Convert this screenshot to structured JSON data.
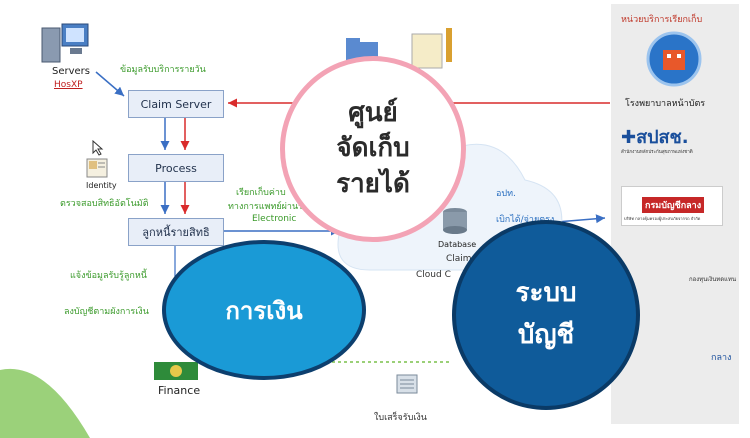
{
  "left": {
    "servers_label": "Servers",
    "hosxp_label": "HosXP",
    "daily_service_label": "ข้อมูลรับบริการรายวัน",
    "identity_label": "Identity",
    "check_rights_label": "ตรวจสอบสิทธิอัตโนมัติ",
    "notify_debt_label": "แจ้งข้อมูลรับรู้ลูกหนี้",
    "post_account_label": "ลงบัญชีตามผังการเงิน",
    "finance_label": "Finance"
  },
  "flow": {
    "claim_server": "Claim Server",
    "process": "Process",
    "debtor": "ลูกหนี้รายสิทธิ",
    "claim_label": "เรียกเก็บค่าบ",
    "medical_label": "ทางการแพทย์ผ่านระ",
    "electronic_label": "Electronic"
  },
  "center": {
    "opd_label": "อปท.",
    "pay_label": "เบิกได้/จ่ายตรง",
    "database_label": "Database",
    "claim_label": "Claim",
    "cloud_label": "Cloud C",
    "receipt_label": "ใบเสร็จรับเงิน"
  },
  "bubbles": {
    "center_line1": "ศูนย์",
    "center_line2": "จัดเก็บ",
    "center_line3": "รายได้",
    "finance": "การเงิน",
    "accounting_line1": "ระบบ",
    "accounting_line2": "บัญชี"
  },
  "right_panel": {
    "title": "หน่วยบริการเรียกเก็บ",
    "hospital_label": "โรงพยาบาลหน้าบัตร",
    "nhso_logo": "สปสช.",
    "nhso_sub": "สำนักงานหลักประกันสุขภาพแห่งชาติ",
    "central_logo": "กรมบัญชีกลาง",
    "central_sub": "บริษัท กลางคุ้มครองผู้ประสบภัยจากรถ จำกัด",
    "insurance_label": "กองทุนเงินทดแทน",
    "central2_label": "กลาง"
  },
  "colors": {
    "red_arrow": "#d92b2b",
    "blue_arrow": "#3a6fc4",
    "bubble_pink_border": "#f3a3b5",
    "bubble_blue": "#1a9ad6",
    "bubble_dark_blue": "#0f5b9a"
  }
}
